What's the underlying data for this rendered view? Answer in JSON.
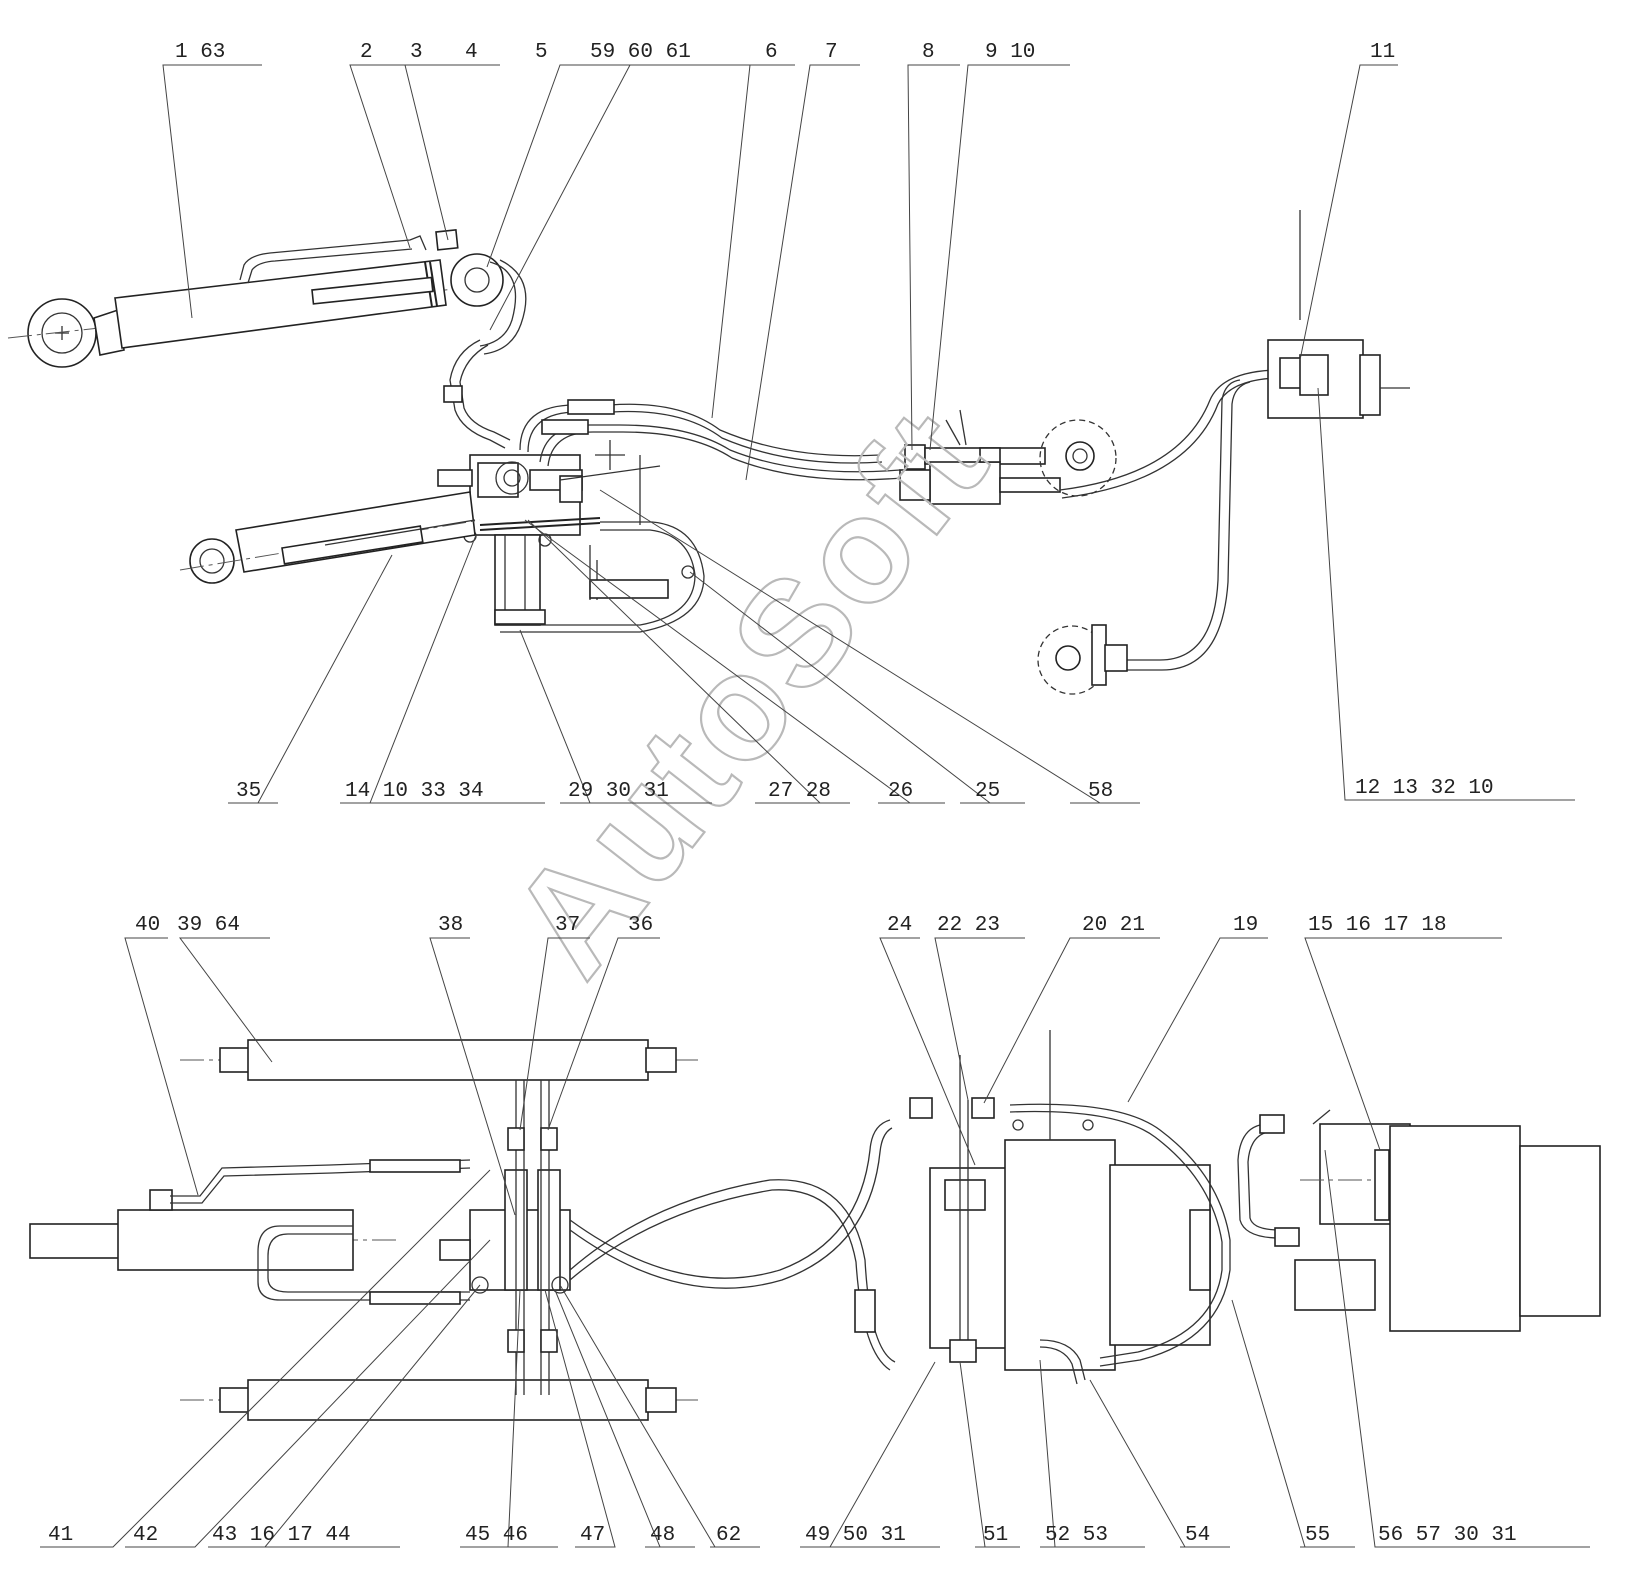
{
  "watermark": "AutoSoft",
  "callouts_top": [
    {
      "id": "c1",
      "text": "1 63"
    },
    {
      "id": "c2",
      "text": "2"
    },
    {
      "id": "c3",
      "text": "3"
    },
    {
      "id": "c4",
      "text": "4"
    },
    {
      "id": "c5",
      "text": "5"
    },
    {
      "id": "c59",
      "text": "59 60 61"
    },
    {
      "id": "c6",
      "text": "6"
    },
    {
      "id": "c7",
      "text": "7"
    },
    {
      "id": "c8",
      "text": "8"
    },
    {
      "id": "c9",
      "text": "9 10"
    },
    {
      "id": "c11",
      "text": "11"
    },
    {
      "id": "c35",
      "text": "35"
    },
    {
      "id": "c14",
      "text": "14 10 33 34"
    },
    {
      "id": "c29",
      "text": "29 30 31"
    },
    {
      "id": "c27",
      "text": "27 28"
    },
    {
      "id": "c26",
      "text": "26"
    },
    {
      "id": "c25",
      "text": "25"
    },
    {
      "id": "c58",
      "text": "58"
    },
    {
      "id": "c12",
      "text": "12 13 32 10"
    }
  ],
  "callouts_bottom": [
    {
      "id": "c40",
      "text": "40"
    },
    {
      "id": "c39",
      "text": "39 64"
    },
    {
      "id": "c38",
      "text": "38"
    },
    {
      "id": "c37",
      "text": "37"
    },
    {
      "id": "c36",
      "text": "36"
    },
    {
      "id": "c24",
      "text": "24"
    },
    {
      "id": "c22",
      "text": "22 23"
    },
    {
      "id": "c20",
      "text": "20 21"
    },
    {
      "id": "c19",
      "text": "19"
    },
    {
      "id": "c15",
      "text": "15 16 17 18"
    },
    {
      "id": "c41",
      "text": "41"
    },
    {
      "id": "c42",
      "text": "42"
    },
    {
      "id": "c43",
      "text": "43 16 17 44"
    },
    {
      "id": "c45",
      "text": "45 46"
    },
    {
      "id": "c47",
      "text": "47"
    },
    {
      "id": "c48",
      "text": "48"
    },
    {
      "id": "c62",
      "text": "62"
    },
    {
      "id": "c49",
      "text": "49 50 31"
    },
    {
      "id": "c51",
      "text": "51"
    },
    {
      "id": "c52",
      "text": "52 53"
    },
    {
      "id": "c54",
      "text": "54"
    },
    {
      "id": "c55",
      "text": "55"
    },
    {
      "id": "c56",
      "text": "56 57 30 31"
    }
  ]
}
